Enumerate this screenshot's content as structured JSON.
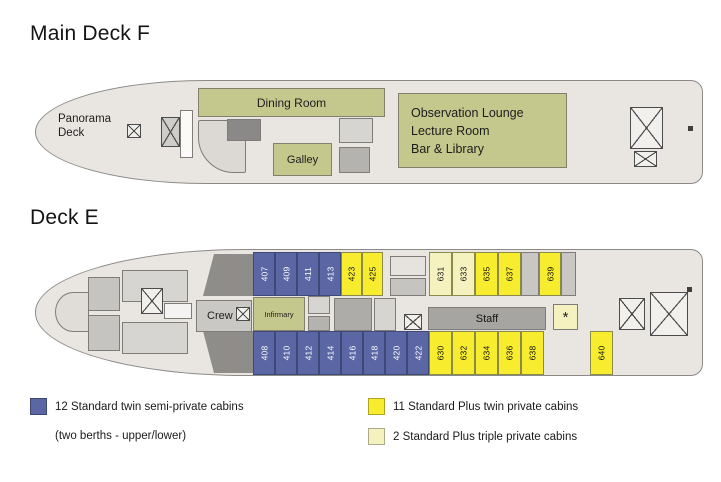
{
  "colors": {
    "cabin_blue": "#5b67a5",
    "cabin_yellow": "#f7ec2d",
    "cabin_pale_yellow": "#f5f2c0",
    "room_olive": "#c4c88d",
    "hull_fill": "#e9e6e2"
  },
  "deck_f": {
    "title": "Main Deck F",
    "panorama_deck_line1": "Panorama",
    "panorama_deck_line2": "Deck",
    "dining_room": "Dining Room",
    "galley": "Galley",
    "observation_lounge_line1": "Observation Lounge",
    "observation_lounge_line2": "Lecture Room",
    "observation_lounge_line3": "Bar & Library"
  },
  "deck_e": {
    "title": "Deck E",
    "crew": "Crew",
    "infirmary": "Infirmary",
    "staff": "Staff",
    "special_cabin": "*",
    "cabins": {
      "top_blue": [
        "407",
        "409",
        "411",
        "413"
      ],
      "top_yellow": [
        "423",
        "425"
      ],
      "top_triple": [
        "631",
        "633"
      ],
      "top_plus": [
        "635",
        "637"
      ],
      "aft_top_plus": "639",
      "bottom_blue": [
        "408",
        "410",
        "412",
        "414",
        "416",
        "418",
        "420",
        "422"
      ],
      "bottom_plus": [
        "630",
        "632",
        "634",
        "636",
        "638"
      ],
      "aft_bottom_plus": "640"
    }
  },
  "legend": {
    "standard_twin_label": "12 Standard twin semi-private cabins",
    "standard_twin_sub": "(two berths - upper/lower)",
    "plus_twin_label": "11 Standard Plus twin private cabins",
    "plus_triple_label": "2 Standard Plus triple private cabins"
  }
}
